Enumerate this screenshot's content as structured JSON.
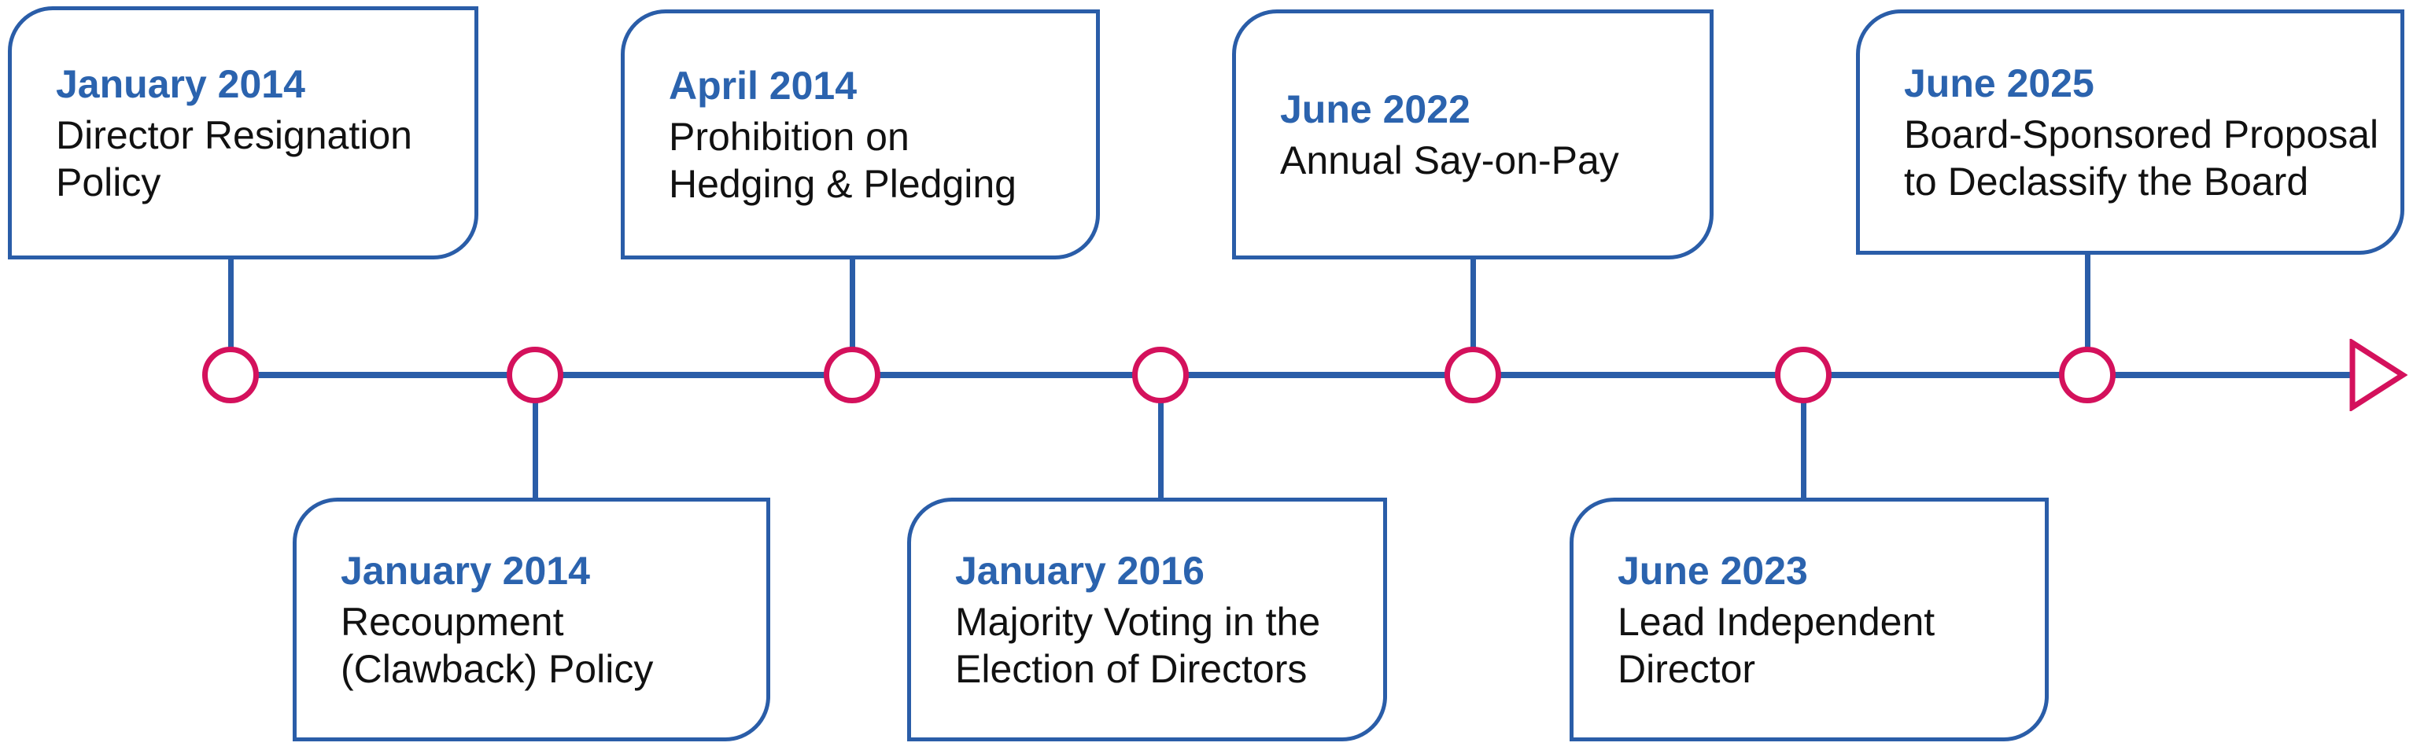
{
  "colors": {
    "box_border_blue": "#2A5DA8",
    "timeline_blue": "#2A5DA8",
    "date_blue": "#2B63AE",
    "body_text": "#111111",
    "node_pink": "#D4115C",
    "background": "#FFFFFF"
  },
  "events": [
    {
      "date": "January 2014",
      "lines": [
        "Director Resignation",
        "Policy"
      ],
      "side": "top"
    },
    {
      "date": "January 2014",
      "lines": [
        "Recoupment",
        "(Clawback) Policy"
      ],
      "side": "bottom"
    },
    {
      "date": "April 2014",
      "lines": [
        "Prohibition on",
        "Hedging & Pledging"
      ],
      "side": "top"
    },
    {
      "date": "January 2016",
      "lines": [
        "Majority Voting in the",
        "Election of Directors"
      ],
      "side": "bottom"
    },
    {
      "date": "June 2022",
      "lines": [
        "Annual Say-on-Pay"
      ],
      "side": "top"
    },
    {
      "date": "June 2023",
      "lines": [
        "Lead Independent",
        "Director"
      ],
      "side": "bottom"
    },
    {
      "date": "June 2025",
      "lines": [
        "Board-Sponsored Proposal",
        "to Declassify the Board"
      ],
      "side": "top"
    }
  ],
  "icons": {
    "node": "timeline-node-circle",
    "arrow": "arrow-right-icon"
  }
}
